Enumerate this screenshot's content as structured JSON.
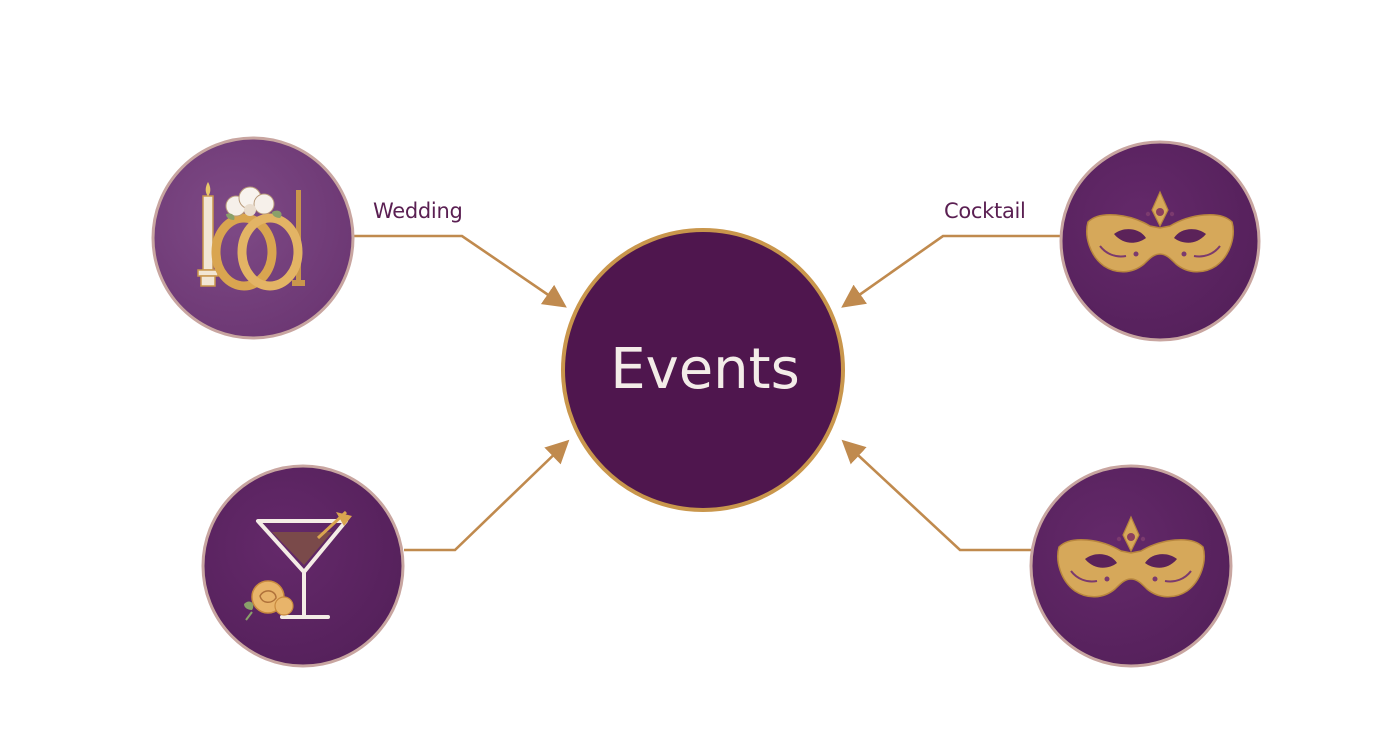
{
  "colors": {
    "background": "#ffffff",
    "hub_fill": "#4f164e",
    "node_fill_light": "#7b4581",
    "node_fill_dark": "#5b2259",
    "node_border": "#c8a5a0",
    "gold": "#c9964c",
    "arrow": "#c08a4e",
    "label_text": "#5a1f52",
    "hub_text": "#f3ece8"
  },
  "hub": {
    "label": "Events"
  },
  "nodes": [
    {
      "id": "wedding",
      "label": "Wedding",
      "icon": "wedding-rings-candles-icon"
    },
    {
      "id": "cocktail",
      "label": "Cocktail",
      "icon": "masquerade-mask-icon"
    },
    {
      "id": "cocktail-glass",
      "label": "",
      "icon": "martini-glass-rose-icon"
    },
    {
      "id": "masquerade",
      "label": "",
      "icon": "masquerade-mask-icon"
    }
  ]
}
